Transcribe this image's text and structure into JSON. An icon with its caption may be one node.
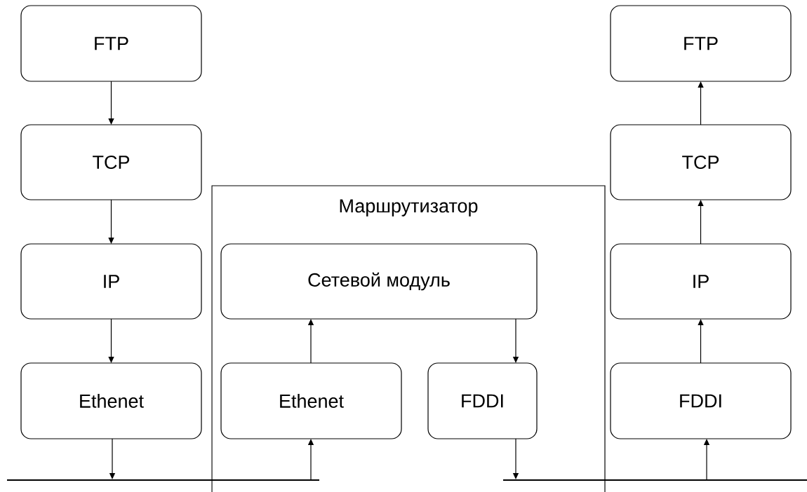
{
  "diagram": {
    "nodes": [
      {
        "text": [
          "FTP"
        ]
      },
      {
        "text": [
          "TCP"
        ]
      },
      {
        "text": [
          "IP"
        ]
      },
      {
        "text": [
          "Ethenet"
        ]
      },
      {
        "text": [
          "Маршрутизатор"
        ]
      },
      {
        "text": [
          "Сетевой модуль"
        ],
        "in": 4
      },
      {
        "text": [
          "Ethenet"
        ],
        "in": 4
      },
      {
        "text": [
          "FDDI"
        ],
        "in": 4
      },
      {
        "text": [
          "FTP"
        ]
      },
      {
        "text": [
          "TCP"
        ]
      },
      {
        "text": [
          "IP"
        ]
      },
      {
        "text": [
          "FDDI"
        ]
      },
      {
        "text": [],
        "shape": "bar"
      },
      {
        "text": [],
        "shape": "bar"
      }
    ],
    "edges": [
      {
        "from": 0,
        "to": 1,
        "arrow": "to"
      },
      {
        "from": 1,
        "to": 2,
        "arrow": "to"
      },
      {
        "from": 2,
        "to": 3,
        "arrow": "to"
      },
      {
        "from": 3,
        "to": 12,
        "arrow": "to"
      },
      {
        "from": 12,
        "to": 6,
        "arrow": "to"
      },
      {
        "from": 6,
        "to": 5,
        "arrow": "to"
      },
      {
        "from": 5,
        "to": 7,
        "arrow": "to"
      },
      {
        "from": 7,
        "to": 13,
        "arrow": "to"
      },
      {
        "from": 13,
        "to": 11,
        "arrow": "to"
      },
      {
        "from": 11,
        "to": 10,
        "arrow": "to"
      },
      {
        "from": 10,
        "to": 9,
        "arrow": "to"
      },
      {
        "from": 9,
        "to": 8,
        "arrow": "to"
      }
    ]
  }
}
